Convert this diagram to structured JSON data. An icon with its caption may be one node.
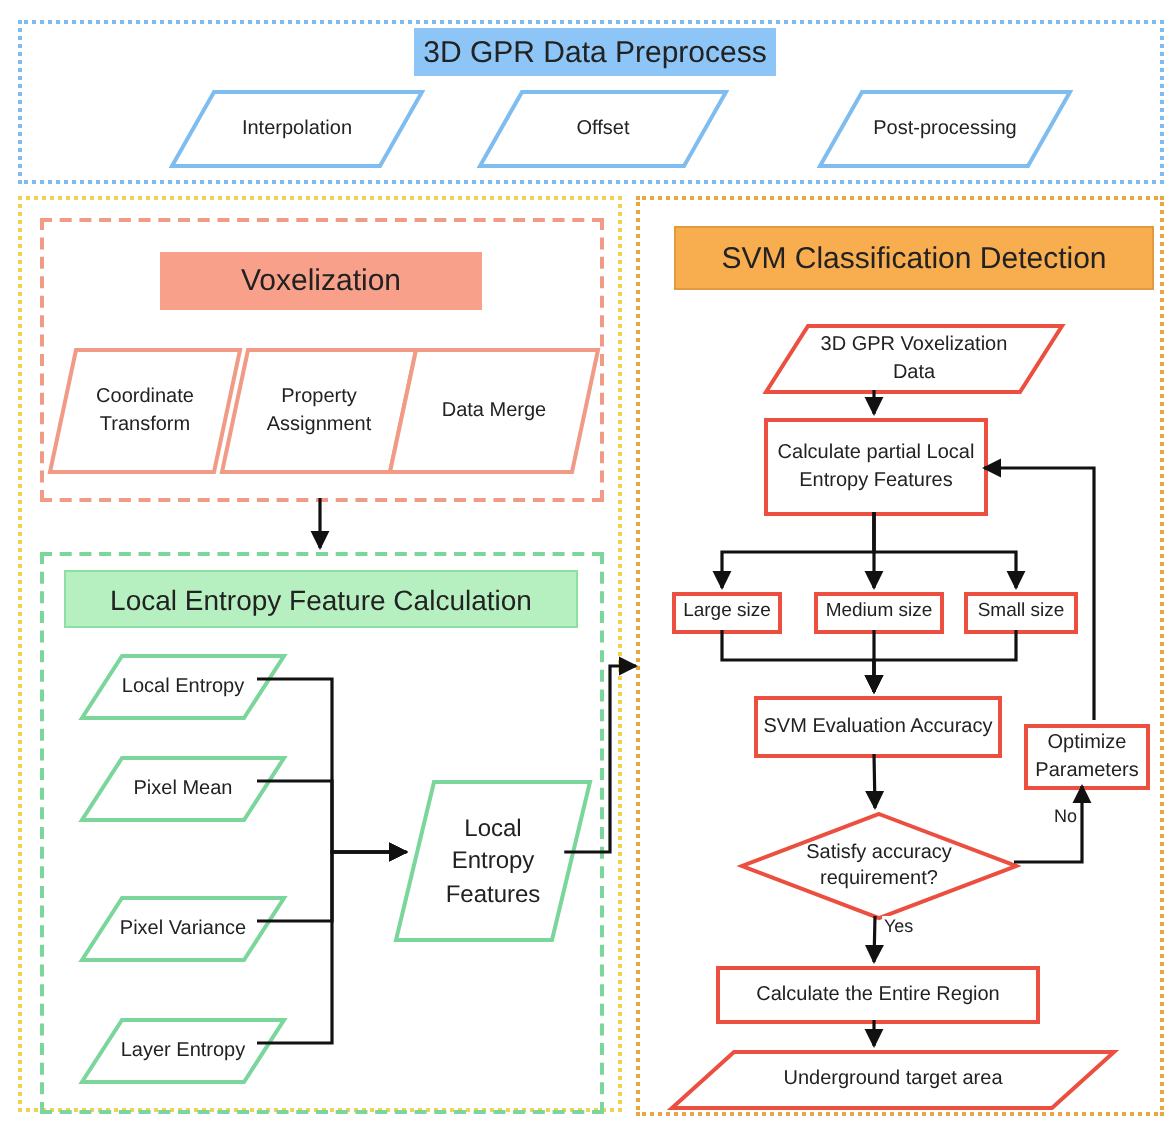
{
  "diagram": {
    "nodes": [
      {
        "text": [
          "3D GPR Data Preprocess"
        ]
      },
      {
        "text": [
          "Interpolation"
        ],
        "in": 0
      },
      {
        "text": [
          "Offset"
        ],
        "in": 0
      },
      {
        "text": [
          "Post-processing"
        ],
        "in": 0
      },
      {
        "text": [],
        "shape": "box"
      },
      {
        "text": [
          "Voxelization"
        ],
        "in": 4
      },
      {
        "text": [
          "Coordinate Transform"
        ],
        "in": 5
      },
      {
        "text": [
          "Property Assignment"
        ],
        "in": 5
      },
      {
        "text": [
          "Data Merge"
        ],
        "in": 5
      },
      {
        "text": [
          "Local Entropy Feature Calculation"
        ],
        "in": 4
      },
      {
        "text": [
          "Local Entropy"
        ],
        "in": 9
      },
      {
        "text": [
          "Pixel Mean"
        ],
        "in": 9
      },
      {
        "text": [
          "Pixel Variance"
        ],
        "in": 9
      },
      {
        "text": [
          "Layer Entropy"
        ],
        "in": 9
      },
      {
        "text": [
          "Local Entropy Features"
        ],
        "in": 9
      },
      {
        "text": [
          "SVM Classification Detection"
        ]
      },
      {
        "text": [
          "3D GPR Voxelization Data"
        ],
        "in": 15
      },
      {
        "text": [
          "Calculate partial Local Entropy Features"
        ],
        "in": 15
      },
      {
        "text": [
          "Large size"
        ],
        "in": 15
      },
      {
        "text": [
          "Medium size"
        ],
        "in": 15
      },
      {
        "text": [
          "Small size"
        ],
        "in": 15
      },
      {
        "text": [
          "SVM Evaluation Accuracy"
        ],
        "in": 15
      },
      {
        "text": [
          "Satisfy accuracy requirement?"
        ],
        "in": 15
      },
      {
        "text": [
          "Optimize Parameters"
        ],
        "in": 15
      },
      {
        "text": [
          "Calculate the Entire Region"
        ],
        "in": 15
      },
      {
        "text": [
          "Underground target area"
        ],
        "in": 15
      }
    ],
    "edges": [
      {
        "from": 5,
        "to": 9,
        "arrow": "to"
      },
      {
        "from": 10,
        "to": 14,
        "arrow": "to"
      },
      {
        "from": 11,
        "to": 14,
        "arrow": "to"
      },
      {
        "from": 12,
        "to": 14,
        "arrow": "to"
      },
      {
        "from": 13,
        "to": 14,
        "arrow": "to"
      },
      {
        "from": 14,
        "to": 15,
        "arrow": "to"
      },
      {
        "from": 16,
        "to": 17,
        "arrow": "to"
      },
      {
        "from": 17,
        "to": 18,
        "arrow": "to"
      },
      {
        "from": 17,
        "to": 19,
        "arrow": "to"
      },
      {
        "from": 17,
        "to": 20,
        "arrow": "to"
      },
      {
        "from": 18,
        "to": 21,
        "arrow": "to"
      },
      {
        "from": 19,
        "to": 21,
        "arrow": "to"
      },
      {
        "from": 20,
        "to": 21,
        "arrow": "to"
      },
      {
        "from": 21,
        "to": 22,
        "arrow": "to"
      },
      {
        "from": 22,
        "to": 23,
        "arrow": "to",
        "label": "No"
      },
      {
        "from": 23,
        "to": 17,
        "arrow": "to"
      },
      {
        "from": 22,
        "to": 24,
        "arrow": "to",
        "label": "Yes"
      },
      {
        "from": 24,
        "to": 25,
        "arrow": "to"
      }
    ]
  }
}
